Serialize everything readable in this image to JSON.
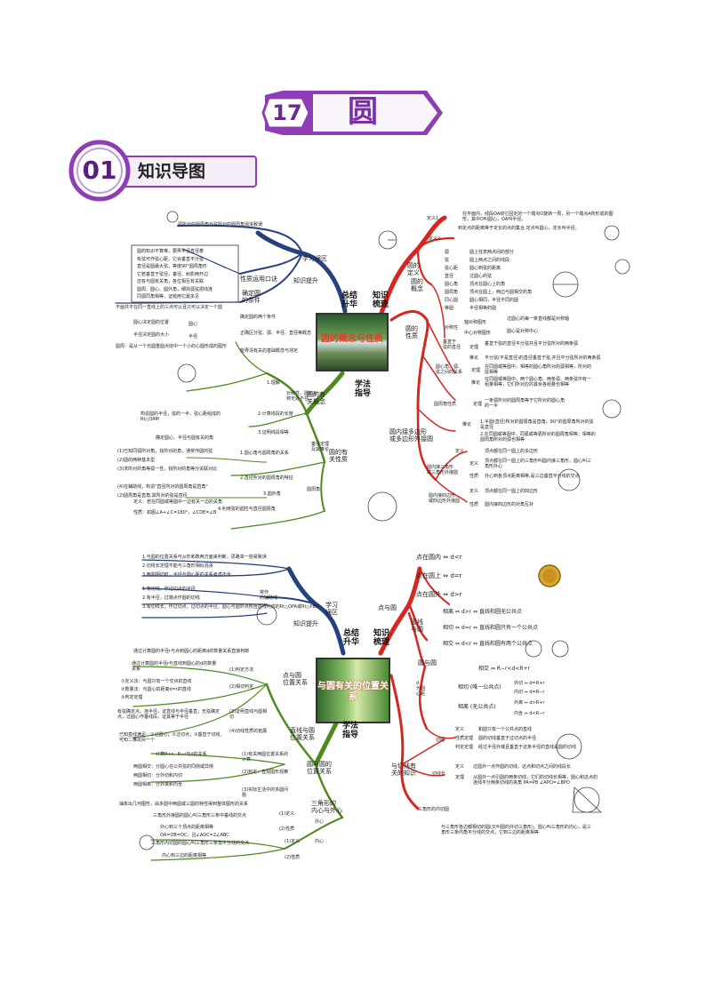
{
  "chapter": {
    "number": "17",
    "title": "圆"
  },
  "section": {
    "number": "01",
    "title": "知识导图"
  },
  "map1": {
    "center": "圆的概念与性质",
    "hubs": {
      "summary": "总结\n升华",
      "knowledge": "知识\n梳理",
      "method": "学法\n指导"
    },
    "nodes": {
      "study_area": "学习误区",
      "knowledge_up": "知识提升",
      "property_chant": "性质运用口诀",
      "determine_circle": "确定圆\n的条件",
      "circle_def": "圆的\n定义",
      "circle_concept": "圆的\n概念",
      "circle_property": "圆的\n性质",
      "inscribed_polygon": "圆内接多边形\n或多边形外接圆",
      "related_concept": "圆的有\n关概念",
      "related_property": "圆的有\n关性质"
    },
    "defs": {
      "def1_label": "定义1",
      "def1_text": "在平面内，线段OA绕它固定的一个端点O旋转一周，另一个端点A所形成的图形，其中O叫圆心，OA叫半径。",
      "def2_label": "定义2",
      "def2_text": "到定点的距离等于定长的点的集合.定点叫圆心，定长叫半径。"
    },
    "concept_items": [
      {
        "k": "弧",
        "v": "圆上任意两点间的部分"
      },
      {
        "k": "弦",
        "v": "圆上两点之间的线段"
      },
      {
        "k": "弦心距",
        "v": "圆心到弦的距离"
      },
      {
        "k": "直径",
        "v": "过圆心的弦"
      },
      {
        "k": "圆心角",
        "v": "顶点在圆心上的角"
      },
      {
        "k": "圆周角",
        "v": "顶点在圆上，两边与圆相交的角"
      },
      {
        "k": "同心圆",
        "v": "圆心相同，半径不同的圆"
      },
      {
        "k": "等圆",
        "v": "半径相等的圆"
      }
    ],
    "symmetry": {
      "label": "对称性",
      "axis": "轴对称图形",
      "center": "中心对称图形",
      "axis_note": "过圆心的每一条直线都是对称轴",
      "center_note": "圆心是对称中心"
    },
    "perp_chord": {
      "label": "垂直于\n弦的直径",
      "def": "定理",
      "def_text": "垂直于弦的直径平分弦并且平分弦所对的两条弧",
      "corollary": "推论",
      "cor_text": "平分弦(不是直径)的直径垂直于弦,并且平分弦所对的两条弧"
    },
    "arc_chord": {
      "label": "圆心角、弧、\n弦之间的关系",
      "theorem": "定理",
      "t_text": "在同圆或等圆中，相等的圆心角所对的弧相等，所对的弦相等",
      "corollary": "推论",
      "c_text": "在同圆或等圆中，两个圆心角、两条弧、两条弦中有一组量相等，它们所对应的其余各组量也相等"
    },
    "inscribed_angle": {
      "label": "圆周角性质",
      "theorem": "定理",
      "t_text": "一条弧所对的圆周角等于它所对的圆心角的一半",
      "cor1": "推论",
      "cor1_text": "1.半圆(直径)所对的圆周角是直角；90°的圆周角所对的弦是直径",
      "cor2_text": "2.在同圆或等圆中，同弧或等弧所对的圆周角相等；相等的圆周角所对的弧也相等"
    },
    "polygon": {
      "def": "定义",
      "def_text": "顶点都在同一圆上的多边形",
      "tri_label": "圆内接三角形\n或三角形外接圆",
      "tri_def": "定义",
      "tri_def_text": "顶点都在同一圆上的三角形叫圆内接三角形，圆心叫三角形外心",
      "tri_prop": "性质",
      "tri_prop_text": "外心到各顶点距离相等,是三边垂直平分线的交点",
      "quad_label": "圆内接四边形\n或四边形外接圆",
      "quad_def": "定义",
      "quad_def_text": "顶点都在同一圆上的四边形",
      "quad_prop": "性质",
      "quad_prop_text": "圆内接四边形的对角互补"
    },
    "chant": [
      "圆的知识不算难，要弄半径直径着",
      "有弦可作弦心距，它会垂直平分弦",
      "直径是圆最大弦，等度90°圆周角形",
      "它若垂直于弦径，垂径、射影两开边",
      "还有与圆有关角，各位相互有关联",
      "圆周、圆心、圆外角，细找弧弦把线连",
      "同弧同角相等，证题用它最多见"
    ],
    "misc": {
      "top_note": "弧所对的圆周角与弦所对的圆周角混淆致误",
      "determine_note": "不画共不在同一直线上的三点可以且只可以决定一个圆",
      "determine_cond": "确定圆的两个条件",
      "center": "圆心",
      "radius": "半径",
      "center_note": "圆心决定圆的位置",
      "radius_note": "半径决定圆的大小",
      "concept_note": "正确区分弦、弧、半径、直径等概念",
      "concept_note2": "能弄清有关的基础概念与测定",
      "concept_note3": "圆周：是从一个光圆重圆点绕中一个小的心圆形成的图形",
      "sym_understand": "1.理解",
      "sym_understand_text": "对称性，圆的对称无处不在",
      "perp_app": "2.计算线段的长度",
      "perp_app2": "3.证明线段相等",
      "arc_note": "垂径定理\n及其推论",
      "rel_list": [
        "(1)已知同弧所对角，找所对的角，通常作圆的弦",
        "(2)圆的两种基本型",
        "(3)求所对的角等弧一性，找所对的角等分关联对比",
        "(4)在辅助线，构造\"直径所对的圆周角是直角\"",
        "(2)圆周角是直角,其所对的弦是直径"
      ],
      "rel_label1": "1.圆心角与圆周角的关系",
      "rel_label2": "2.直径所对的圆周角的特征",
      "rel_label3": "3.圆外角",
      "rel_label4": "4.利用弦的圆性与直径圆周角",
      "bottom_note1": "定义：若在同圆或等圆中一边有关一边的关角",
      "bottom_note2": "性质：如图∠A+∠C=180°，∠CDE=∠B",
      "aux": "构造圆的半径，弦的一半，弦心距组成的Rt△OAM",
      "aux2": "确定圆心、半径与圆有关的角",
      "round_angle": "圆周角"
    }
  },
  "map2": {
    "center": "与圆有关的位置关系",
    "hubs": {
      "summary": "总结\n升华",
      "knowledge": "知识\n梳理",
      "method": "学法\n指导"
    },
    "misc_top": [
      "1.与圆的位置关系可从形和数两方面来判断，思路单一容易致误",
      "2.切线长定理不能与三角形相似混淆",
      "3.两圆相切时，半径与圆心距的关系考虑不全"
    ],
    "study_area": "学习\n误区",
    "knowledge_up": "知识提升",
    "tangent_aux": "常作\n的辅助线",
    "tangent_aux_items": [
      "1.有切线，作过切点的半径",
      "2.有半径，过端点作圆的切线",
      "3.有切线长，作过切点，过切点的半径，圆心与圆外点所连直线构成的Rt△OPA或Rt△PBO"
    ],
    "point_circle": "点与圆",
    "pc_items": [
      {
        "k": "点在圆内",
        "v": "⇔ d<r"
      },
      {
        "k": "点在圆上",
        "v": "⇔ d=r"
      },
      {
        "k": "点在圆外",
        "v": "⇔ d>r"
      }
    ],
    "line_circle": "直线\n与圆",
    "lc_items": [
      "相离 ⇔ d>r ⇔ 直线和圆无公共点",
      "相切 ⇔ d=r ⇔ 直线和圆只有一个公共点",
      "相交 ⇔ d<r ⇔ 直线和圆有两个公共点"
    ],
    "circle_circle": "圆与圆",
    "cc_intersect": "相交 ⇔ R−r<d<R+r",
    "cc_tangent": "相切 (唯一公共点)",
    "cc_ext": "外切 ⇔ d=R+r",
    "cc_int": "内切 ⇔ d=R−r",
    "cc_apart": "相离 (无公共点)",
    "cc_out": "外离 ⇔ d>R+r",
    "cc_in": "内含 ⇔ d<R−r",
    "d_label": "d\n为圆\n心距",
    "tangent_know": "与切线有\n关的知识",
    "tangent": "切线",
    "tangent_items": [
      {
        "k": "定义",
        "v": "和圆只有一个公共点的直线"
      },
      {
        "k": "性质定理",
        "v": "圆的切线垂直于过切点的半径"
      },
      {
        "k": "判定定理",
        "v": "经过半径外端且垂直于这条半径的直线是圆的切线"
      }
    ],
    "tangent_len": "切线长",
    "tl_items": [
      {
        "k": "定义",
        "v": "过圆外一点作圆的切线，这点和切点之间的线段长"
      },
      {
        "k": "定理",
        "v": "从圆外一点引圆的两条切线，它们的切线长相等，圆心和这点的连线平分两条切线的夹角 PA=PB ∠APO=∠BPO"
      }
    ],
    "incircle": "三角形的内切圆",
    "incircle_note": "与三角形各边都相切的圆(又叫圆的外切三角形)，圆心叫三角形的内心，是三角形三条内角平分线的交点，它到三边的距离相等",
    "method_items": {
      "intro": "通过计算圆的半径r与点到圆心的距离d的数量关系直接判断",
      "judge_method": "(1)判定方法",
      "judge_note": "通过计算圆的半径r与直线到圆心的d的数量关系",
      "apply_judge": "(2)相切判定",
      "pos_rel": "点与圆\n位置关系",
      "apply_list": [
        "①定义法：与圆只有一个交点的直线",
        "②数量法：与圆心的距离d=r的直线",
        "③判定定理"
      ],
      "proof_list": "有弦确定点，连半径，证直线与半径垂直；无弦确定点，过圆心作垂线段，证其等于半径",
      "proof_label": "(3)证明直线与圆相切",
      "tangent_ext": "(4)切线性质的拓展",
      "tangent_ext_text": "已知直线满足：①过圆心；②过切点；③垂直于切线,可知二推出另一个",
      "line_pos": "直线与圆\n位置关系",
      "cc_pos": "圆与圆的\n位置关系",
      "cc_calc": "计算R+r、R−r与d的关系",
      "cc_1": "(1)有关两圆位置关系的计算",
      "cc_2": "(2)判定：直观图形观察",
      "cc_3": "(3)实际生活中的多圆问题",
      "cc_1_note": "两圆相交：分圆心在公共弦的同侧或异侧",
      "cc_2_note": "两圆相切：分外切和内切",
      "cc_3_note": "两圆相离：分外离和内含",
      "cc_abstract": "抽象出几何图形，由多圆中两圆或三圆的特性得到整体图形的关系",
      "tri_inner": "三角形的\n内心与外心",
      "outer": "外心",
      "outer_def": "(1)定义",
      "outer_prop": "(2)性质",
      "inner": "内心",
      "inner_def": "(1)定义",
      "inner_prop": "(2)性质",
      "outer_def_text": "三角形外接圆的圆心叫三角形三条中垂线的交点",
      "outer_prop_text": "外心到三个顶点的距离相等",
      "outer_prop_text2": "OA=OB=OC，且∠AOC=2∠ABC",
      "inner_def_text": "三角形内切圆的圆心叫三角形三条角平分线的交点",
      "inner_prop_text": "内心到三边的距离相等"
    }
  },
  "colors": {
    "purple": "#7b2fa8",
    "red": "#d7261e",
    "blue": "#27407e",
    "green": "#4f8a1e",
    "orange": "#e07b1f"
  }
}
